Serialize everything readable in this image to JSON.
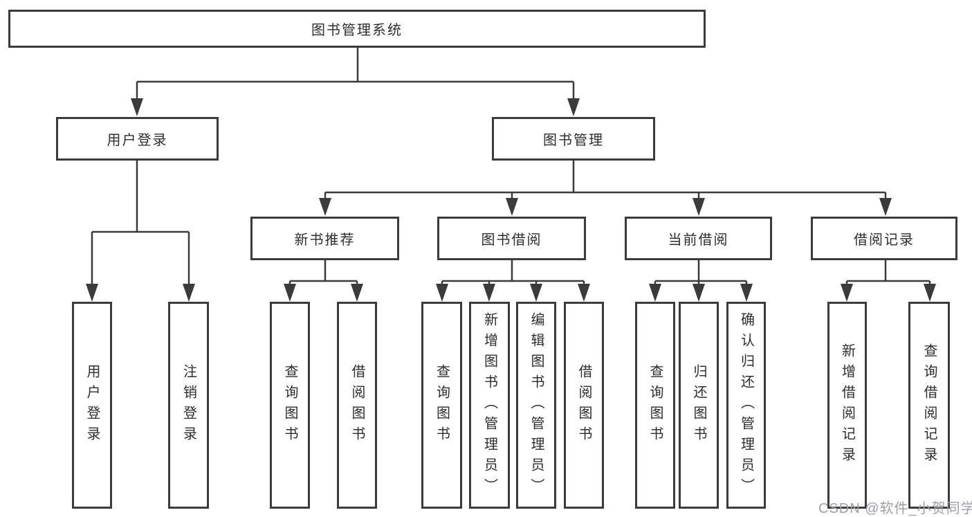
{
  "diagram_title": "图书管理系统",
  "colors": {
    "line": "#3b3b3b",
    "text": "#2d2d2d",
    "background": "#ffffff",
    "watermark": "#9ba0a6"
  },
  "tree": {
    "root": {
      "label": "图书管理系统"
    },
    "branches": [
      {
        "label": "用户登录",
        "children": [
          {
            "label": "用户登录"
          },
          {
            "label": "注销登录"
          }
        ]
      },
      {
        "label": "图书管理",
        "groups": [
          {
            "label": "新书推荐",
            "children": [
              {
                "label": "查询图书"
              },
              {
                "label": "借阅图书"
              }
            ]
          },
          {
            "label": "图书借阅",
            "children": [
              {
                "label": "查询图书"
              },
              {
                "label": "新增图书（管理员）"
              },
              {
                "label": "编辑图书（管理员）"
              },
              {
                "label": "借阅图书"
              }
            ]
          },
          {
            "label": "当前借阅",
            "children": [
              {
                "label": "查询图书"
              },
              {
                "label": "归还图书"
              },
              {
                "label": "确认归还（管理员）"
              }
            ]
          },
          {
            "label": "借阅记录",
            "children": [
              {
                "label": "新增借阅记录"
              },
              {
                "label": "查询借阅记录"
              }
            ]
          }
        ]
      }
    ]
  },
  "watermark": {
    "text": "CSDN @软件_小贺同学"
  }
}
